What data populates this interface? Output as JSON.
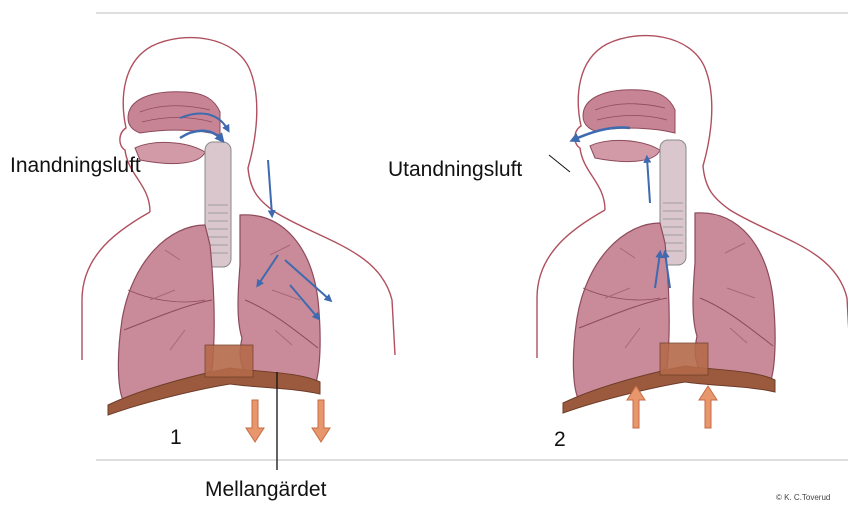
{
  "labels": {
    "inhale": "Inandningsluft",
    "exhale": "Utandningsluft",
    "diaphragm": "Mellangärdet",
    "panel1": "1",
    "panel2": "2",
    "credit": "© K. C.Toverud"
  },
  "colors": {
    "outline": "#b0505e",
    "lung_fill": "#c98b99",
    "lung_dark": "#a9677a",
    "airway_fill": "#d9c7cd",
    "nasal_fill": "#c78494",
    "diaphragm": "#9b5a3e",
    "air_arrow": "#3e6ab0",
    "move_arrow": "#e7976b",
    "rule": "#bdbdbd"
  },
  "panels": [
    {
      "id": "1",
      "phase": "inhale",
      "diaphragm_motion": "down"
    },
    {
      "id": "2",
      "phase": "exhale",
      "diaphragm_motion": "up"
    }
  ]
}
